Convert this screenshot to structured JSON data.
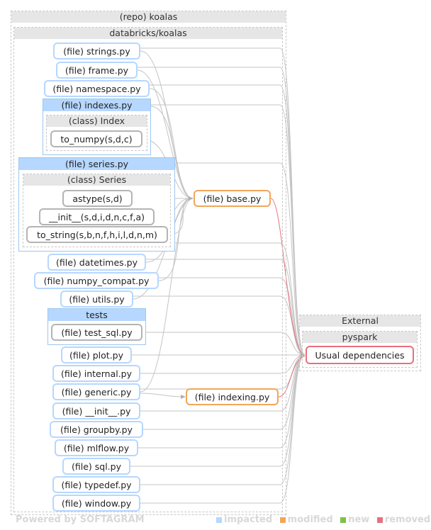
{
  "repo": {
    "title": "(repo) koalas"
  },
  "project": {
    "title": "databricks/koalas"
  },
  "files": {
    "strings": "(file) strings.py",
    "frame": "(file) frame.py",
    "namespace": "(file) namespace.py",
    "indexes": "(file) indexes.py",
    "index_class": "(class) Index",
    "to_numpy": "to_numpy(s,d,c)",
    "series": "(file) series.py",
    "series_class": "(class) Series",
    "astype": "astype(s,d)",
    "init_method": "__init__(s,d,i,d,n,c,f,a)",
    "to_string": "to_string(s,b,n,f,h,i,l,d,n,m)",
    "datetimes": "(file) datetimes.py",
    "numpy_compat": "(file) numpy_compat.py",
    "utils": "(file) utils.py",
    "tests": "tests",
    "test_sql": "(file) test_sql.py",
    "plot": "(file) plot.py",
    "internal": "(file) internal.py",
    "generic": "(file) generic.py",
    "init_file": "(file) __init__.py",
    "groupby": "(file) groupby.py",
    "mlflow": "(file) mlflow.py",
    "sql": "(file) sql.py",
    "typedef": "(file) typedef.py",
    "window": "(file) window.py",
    "base": "(file) base.py",
    "indexing": "(file) indexing.py"
  },
  "external": {
    "title": "External",
    "pyspark": "pyspark",
    "usual": "Usual dependencies"
  },
  "footer": {
    "powered": "Powered by SOFTAGRAM",
    "legend": [
      {
        "label": "impacted",
        "color": "#b6d7ff"
      },
      {
        "label": "modified",
        "color": "#f2a65a"
      },
      {
        "label": "new",
        "color": "#7dc242"
      },
      {
        "label": "removed",
        "color": "#e8707e"
      }
    ]
  },
  "colors": {
    "impacted": "#b6d7ff",
    "modified": "#f2a65a",
    "removed": "#e8707e",
    "edge": "#c4c4c4",
    "edge_red": "#e8707e"
  }
}
